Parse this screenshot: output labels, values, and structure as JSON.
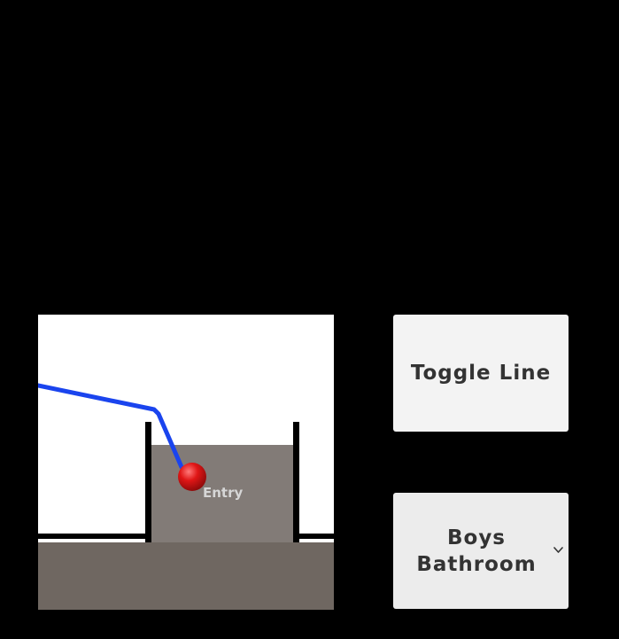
{
  "scene": {
    "marker_label": "Entry",
    "colors": {
      "floor": "#6f6761",
      "room": "#827b77",
      "path_line": "#1a44ee",
      "player_ball": "#e01616",
      "walls": "#000000"
    }
  },
  "controls": {
    "toggle_line_label": "Toggle Line",
    "destination_dropdown": {
      "selected": "Boys Bathroom",
      "icon": "chevron-down-icon"
    }
  }
}
